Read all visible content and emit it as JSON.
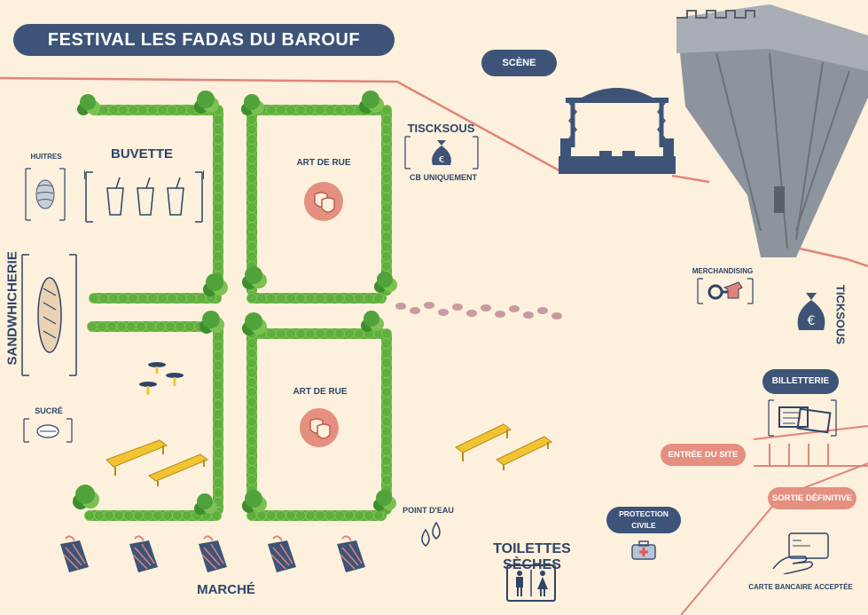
{
  "title": "FESTIVAL LES FADAS DU BAROUF",
  "labels": {
    "scene": "SCÈNE",
    "ticksous_top": "TISCKSOUS",
    "cb_uniquement": "CB UNIQUEMENT",
    "buvette": "BUVETTE",
    "huitres": "HUITRES",
    "sandwhicherie": "SANDWHICHERIE",
    "sucre": "SUCRÉ",
    "art_de_rue_1": "ART DE RUE",
    "art_de_rue_2": "ART DE RUE",
    "merchandising": "MERCHANDISING",
    "ticksous_right": "TICKSOUS",
    "billetterie": "BILLETTERIE",
    "entree": "ENTRÉE DU SITE",
    "sortie": "SORTIE DÉFINITIVE",
    "carte": "CARTE BANCAIRE ACCEPTÉE",
    "point_eau": "POINT D'EAU",
    "protection": "PROTECTION CIVILE",
    "toilettes": "TOILETTES SÈCHES",
    "marche": "MARCHÉ"
  },
  "icons": {
    "money_bag": "money-bag-icon",
    "cup": "cup-icon",
    "oyster": "oyster-icon",
    "sandwich": "sandwich-icon",
    "cake": "cake-icon",
    "masks": "theater-masks-icon",
    "ticket": "ticket-icon",
    "card": "card-icon",
    "water": "water-drops-icon",
    "medkit": "medkit-icon",
    "wc": "toilets-icon",
    "shopping_bag": "shopping-bag-icon"
  },
  "colors": {
    "background": "#fdf0dc",
    "navy": "#3d5478",
    "salmon": "#e58f80",
    "hedge": "#5fae3e",
    "bench": "#f2c432"
  }
}
